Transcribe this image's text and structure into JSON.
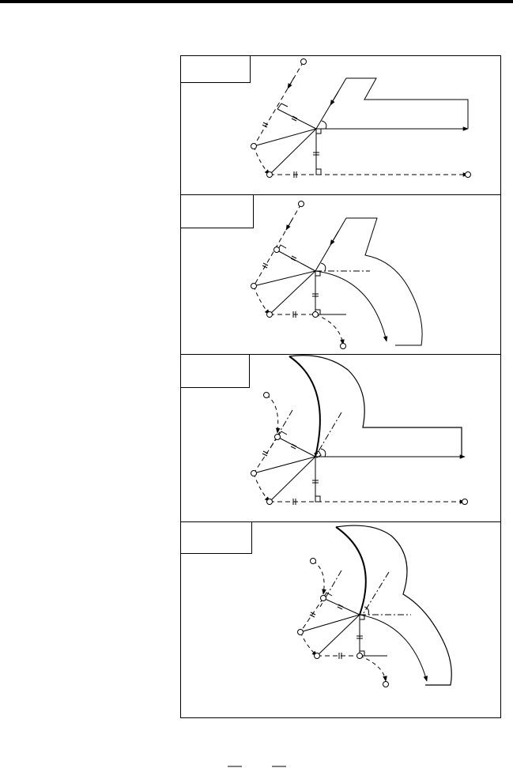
{
  "page": {
    "rule_color": "#000000",
    "ink_color": "#000000"
  },
  "panels": [
    {
      "id": "panel-1",
      "label": "",
      "kind": "straight-to-straight"
    },
    {
      "id": "panel-2",
      "label": "",
      "kind": "straight-to-arc"
    },
    {
      "id": "panel-3",
      "label": "",
      "kind": "arc-to-straight"
    },
    {
      "id": "panel-4",
      "label": "",
      "kind": "arc-to-arc"
    }
  ]
}
